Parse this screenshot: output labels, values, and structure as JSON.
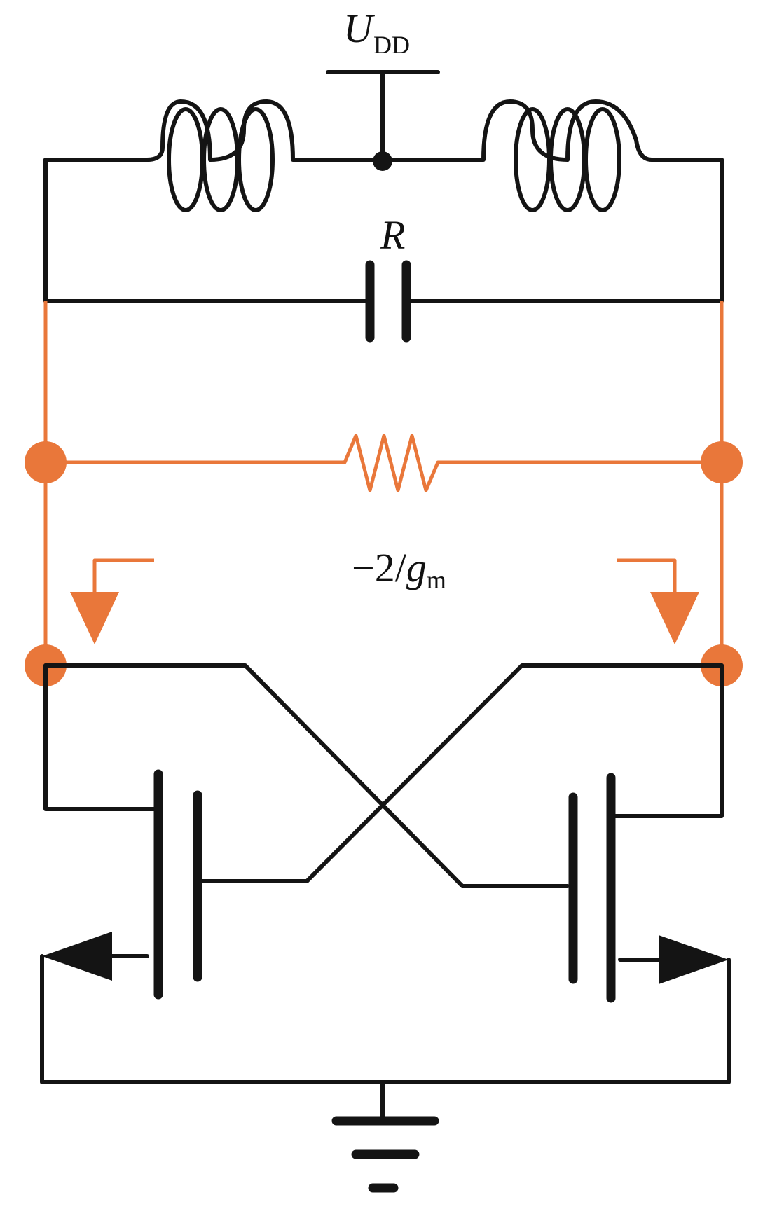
{
  "labels": {
    "supply_main": "U",
    "supply_sub": "DD",
    "element_label": "R",
    "neg_res_prefix": "−2/",
    "neg_res_var": "g",
    "neg_res_sub": "m"
  },
  "colors": {
    "wire": "#141414",
    "highlight": "#e9773a"
  }
}
